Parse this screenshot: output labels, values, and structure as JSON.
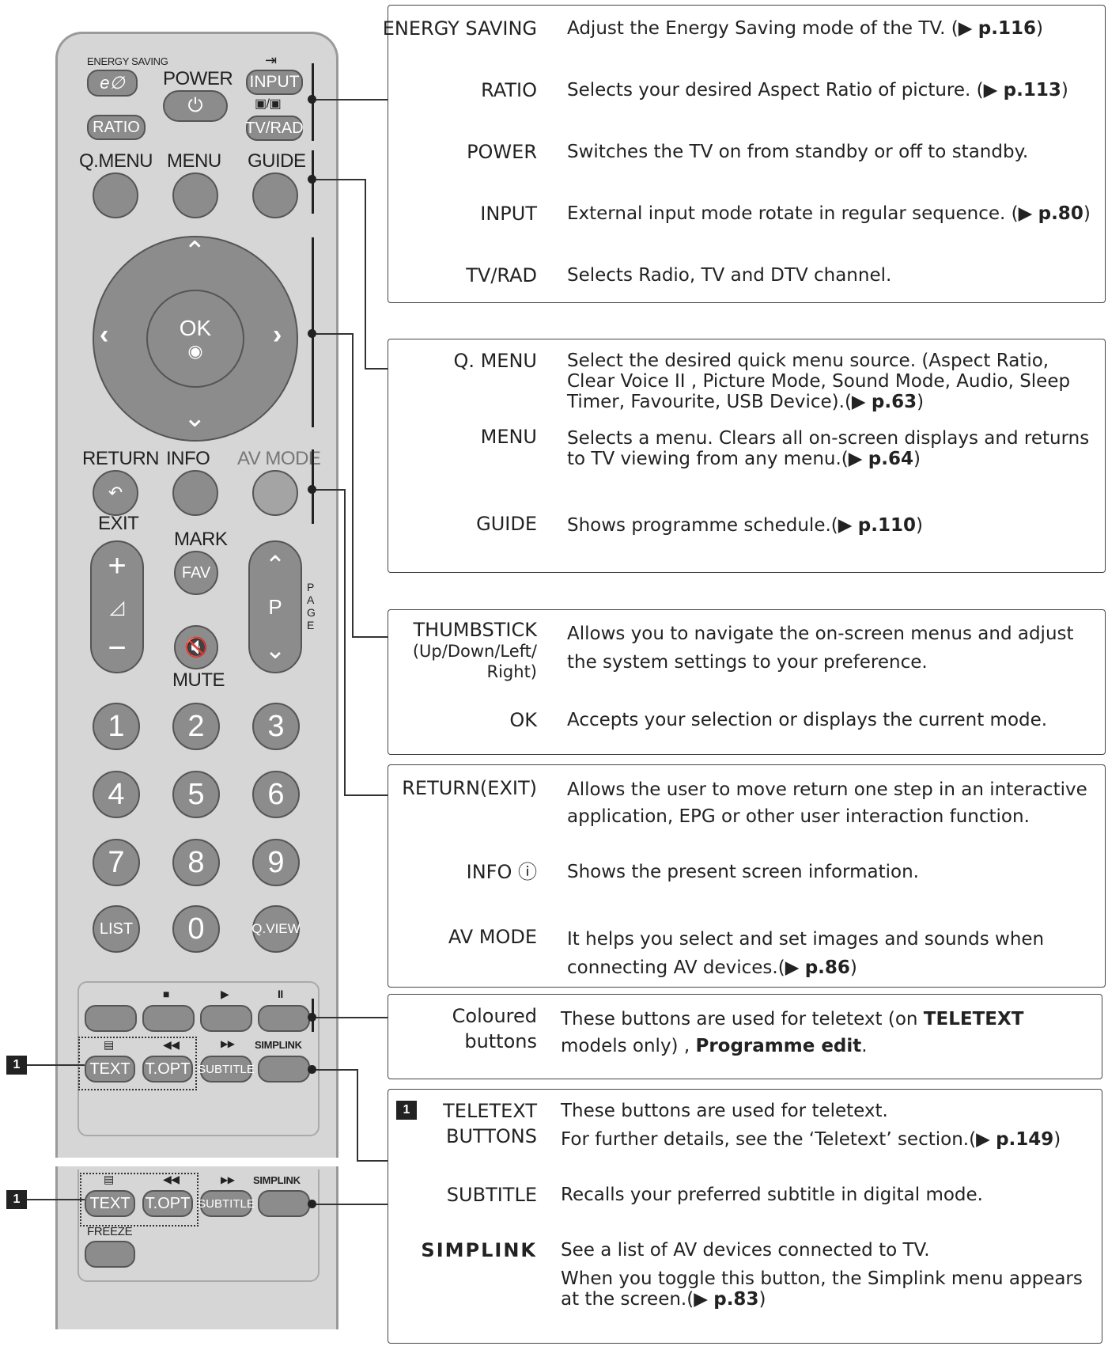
{
  "remote": {
    "energy_saving": "ENERGY SAVING",
    "power": "POWER",
    "input": "INPUT",
    "ratio": "RATIO",
    "tv_rad": "TV/RAD",
    "q_menu": "Q.MENU",
    "menu": "MENU",
    "guide": "GUIDE",
    "ok": "OK",
    "return": "RETURN",
    "info": "INFO",
    "av_mode": "AV MODE",
    "exit": "EXIT",
    "mark": "MARK",
    "fav": "FAV",
    "p": "P",
    "page": "PAGE",
    "mute": "MUTE",
    "numbers": [
      "1",
      "2",
      "3",
      "4",
      "5",
      "6",
      "7",
      "8",
      "9"
    ],
    "list": "LIST",
    "zero": "0",
    "q_view": "Q.VIEW",
    "text": "TEXT",
    "t_opt": "T.OPT",
    "subtitle": "SUBTITLE",
    "simplink": "SIMPLINK",
    "freeze": "FREEZE",
    "badge": "1"
  },
  "boxes": {
    "box1": {
      "energy_term": "ENERGY SAVING",
      "energy_desc": "Adjust the Energy Saving mode of the TV. (",
      "energy_ref": "p.116",
      "ratio_term": "RATIO",
      "ratio_desc": "Selects your desired Aspect Ratio of picture. (",
      "ratio_ref": "p.113",
      "power_term": "POWER",
      "power_desc": "Switches the TV on from standby or off to standby.",
      "input_term": "INPUT",
      "input_desc": "External input mode rotate in regular sequence. (",
      "input_ref": "p.80",
      "tvrad_term": "TV/RAD",
      "tvrad_desc": "Selects Radio, TV and DTV channel."
    },
    "box2": {
      "qmenu_term": "Q. MENU",
      "qmenu_desc": "Select the desired quick menu source. (Aspect Ratio, Clear Voice II , Picture Mode, Sound Mode, Audio, Sleep Timer, Favourite, USB Device).(",
      "qmenu_ref": "p.63",
      "menu_term": "MENU",
      "menu_desc": "Selects a menu. Clears all on-screen displays and returns to TV viewing from any menu.(",
      "menu_ref": "p.64",
      "guide_term": "GUIDE",
      "guide_desc": "Shows programme schedule.(",
      "guide_ref": "p.110"
    },
    "box3": {
      "thumb_term": "THUMBSTICK",
      "thumb_sub1": "(Up/Down/Left/",
      "thumb_sub2": "Right)",
      "thumb_desc": "Allows you to navigate the on-screen menus and adjust the system settings to your preference.",
      "ok_term": "OK",
      "ok_desc": "Accepts your selection or displays the current mode."
    },
    "box4": {
      "return_term": "RETURN(EXIT)",
      "return_desc": "Allows the user to move return one step in an interactive application, EPG or other user interaction function.",
      "info_term": "INFO",
      "info_desc": "Shows the present screen information.",
      "avmode_term": "AV MODE",
      "avmode_desc": "It helps you select and set images and sounds when connecting AV devices.(",
      "avmode_ref": "p.86"
    },
    "box5": {
      "coloured_term1": "Coloured",
      "coloured_term2": "buttons",
      "coloured_desc1": "These buttons are used for teletext (on ",
      "coloured_bold1": "TELETEXT",
      "coloured_desc2": "models only) , ",
      "coloured_bold2": "Programme edit",
      "coloured_desc3": "."
    },
    "box6": {
      "badge": "1",
      "teletext_term1": "TELETEXT",
      "teletext_term2": "BUTTONS",
      "teletext_desc1": "These buttons are used for teletext.",
      "teletext_desc2": "For further details, see the ‘Teletext’ section.(",
      "teletext_ref": "p.149",
      "subtitle_term": "SUBTITLE",
      "subtitle_desc": "Recalls your preferred subtitle in digital mode.",
      "simplink_term": "SIMPLINK",
      "simplink_desc1": "See a list of AV devices connected to TV.",
      "simplink_desc2": "When you toggle this button, the Simplink menu appears at the screen.(",
      "simplink_ref": "p.83"
    }
  },
  "colors": {
    "button": "#8c8c8c",
    "body": "#d6d6d6",
    "outline": "#555555"
  }
}
